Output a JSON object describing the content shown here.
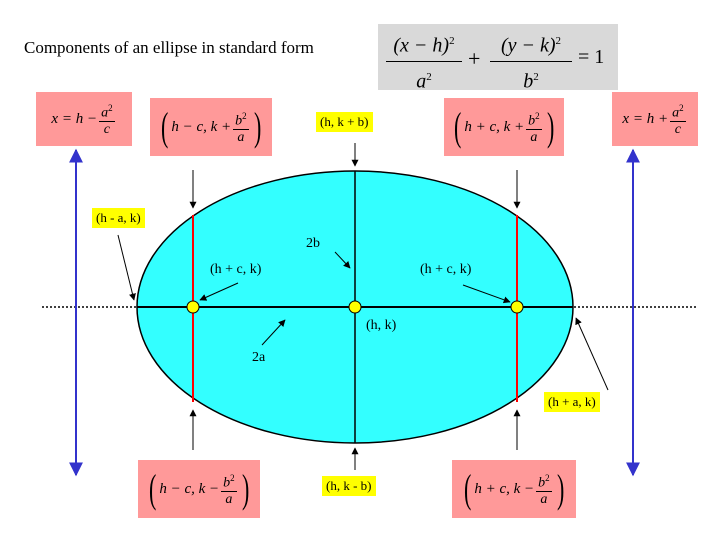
{
  "title": "Components of an ellipse in standard form",
  "equation": {
    "term1_num": "(x − h)",
    "term1_den": "a",
    "term2_num": "(y − k)",
    "term2_den": "b",
    "exponent": "2",
    "plus": "+",
    "equals": "= 1"
  },
  "directrix_left": {
    "lhs": "x = h −",
    "num": "a",
    "den": "c",
    "exp": "2"
  },
  "directrix_right": {
    "lhs": "x = h +",
    "num": "a",
    "den": "c",
    "exp": "2"
  },
  "latus": {
    "top_left": {
      "pre": "h − c, k +",
      "num": "b",
      "den": "a",
      "exp": "2"
    },
    "top_right": {
      "pre": "h + c, k +",
      "num": "b",
      "den": "a",
      "exp": "2"
    },
    "bottom_left": {
      "pre": "h − c, k −",
      "num": "b",
      "den": "a",
      "exp": "2"
    },
    "bottom_right": {
      "pre": "h + c, k −",
      "num": "b",
      "den": "a",
      "exp": "2"
    }
  },
  "labels": {
    "top_vertex": "(h, k + b)",
    "bottom_vertex": "(h, k - b)",
    "left_vertex": "(h - a, k)",
    "right_vertex": "(h + a, k)",
    "focus_left": "(h + c, k)",
    "focus_right": "(h + c, k)",
    "center": "(h, k)",
    "minor_axis": "2b",
    "major_axis": "2a"
  },
  "colors": {
    "ellipse_fill": "#33ffff",
    "latus_line": "#ff0000",
    "directrix_line": "#3333cc",
    "point_fill": "#ffff00",
    "pink_box": "#ff9999",
    "label_bg": "#ffff00"
  }
}
